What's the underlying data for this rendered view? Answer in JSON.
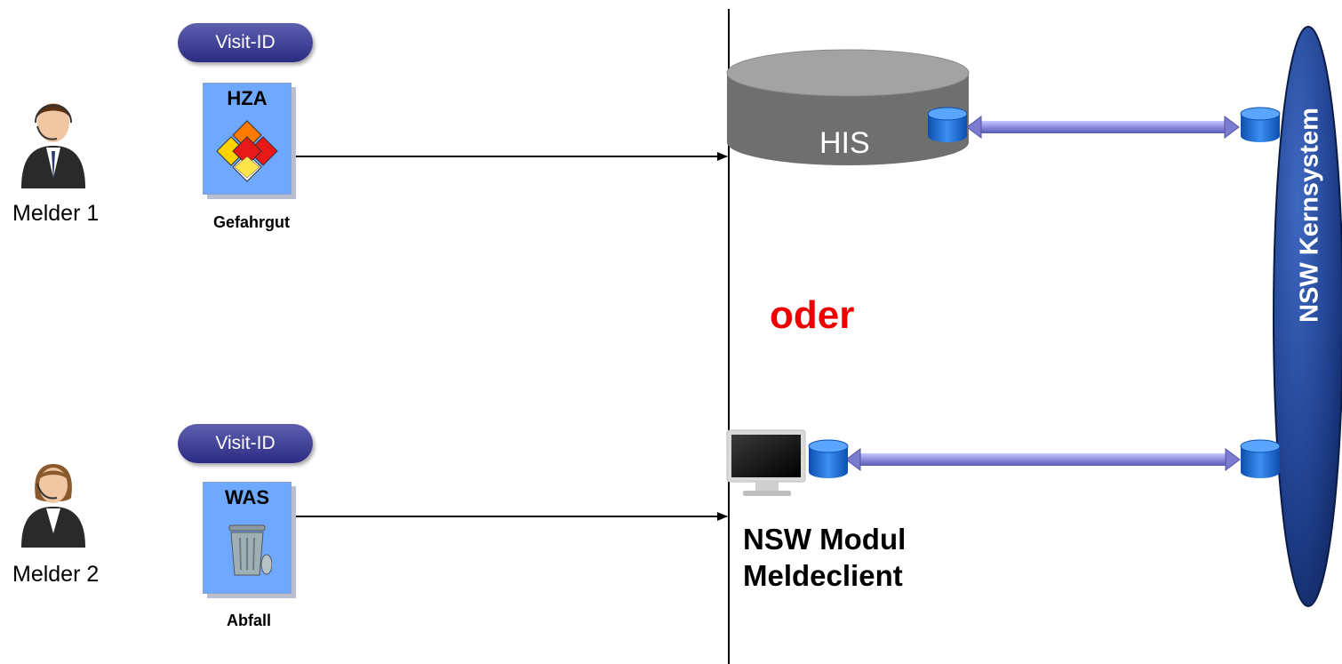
{
  "left": {
    "melder1": {
      "label": "Melder 1",
      "visit_id": "Visit-ID",
      "doc_code": "HZA",
      "doc_caption": "Gefahrgut",
      "doc_icon": "hazmat-diamonds-icon"
    },
    "melder2": {
      "label": "Melder 2",
      "visit_id": "Visit-ID",
      "doc_code": "WAS",
      "doc_caption": "Abfall",
      "doc_icon": "trash-can-icon"
    }
  },
  "right": {
    "his_label": "HIS",
    "oder_label": "oder",
    "modul_line1": "NSW Modul",
    "modul_line2": "Meldeclient",
    "kernsystem_label": "NSW Kernsystem"
  },
  "colors": {
    "pill": "#2b2b82",
    "document": "#6fa8ff",
    "his_cylinder": "#6e6e6e",
    "db_icon": "#1f6fd8",
    "connector": "#9c9ce8",
    "kernsystem": "#1e3f8c",
    "oder": "#ee0000"
  }
}
